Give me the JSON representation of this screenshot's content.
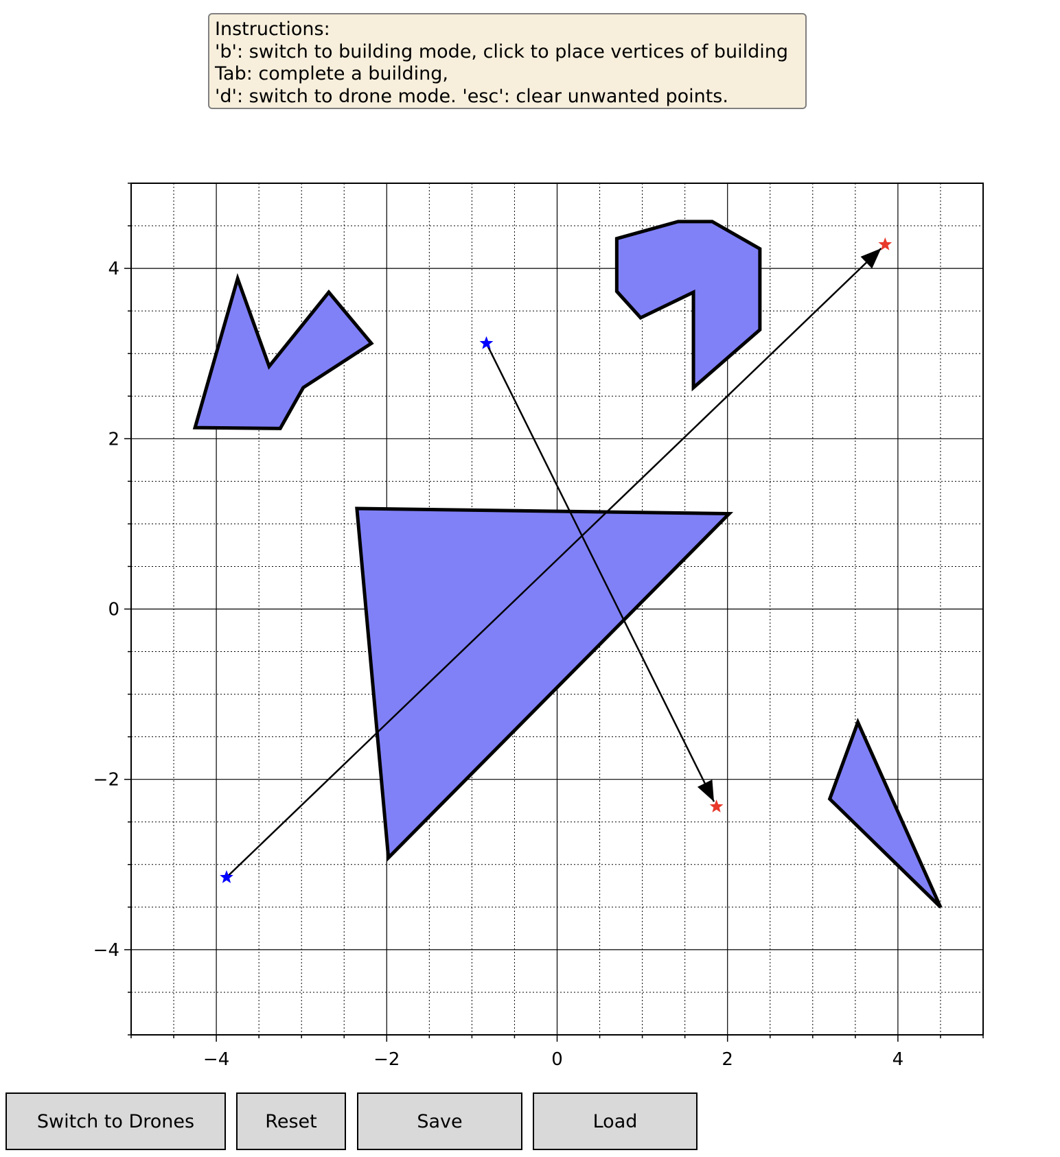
{
  "instructions": {
    "lines": [
      "Instructions:",
      "'b': switch to building mode, click to place vertices of building",
      "Tab: complete a building,",
      "'d': switch to drone mode. 'esc': clear unwanted points."
    ]
  },
  "buttons": {
    "switch_label": "Switch to Drones",
    "reset_label": "Reset",
    "save_label": "Save",
    "load_label": "Load"
  },
  "colors": {
    "building_fill": "#8080f7",
    "building_edge": "#000000",
    "drone_start": "#0000ff",
    "drone_goal": "#e8392b",
    "path": "#000000",
    "box_bg": "#f7efdc",
    "button_bg": "#d9d9d9"
  },
  "chart_data": {
    "type": "scatter",
    "xlim": [
      -5,
      5
    ],
    "ylim": [
      -5,
      5
    ],
    "xticks": [
      -4,
      -2,
      0,
      2,
      4
    ],
    "yticks": [
      -4,
      -2,
      0,
      2,
      4
    ],
    "xtick_labels": [
      "−4",
      "−2",
      "0",
      "2",
      "4"
    ],
    "ytick_labels": [
      "−4",
      "−2",
      "0",
      "2",
      "4"
    ],
    "grid": {
      "major": true,
      "minor": true
    },
    "buildings": [
      [
        [
          -4.25,
          2.13
        ],
        [
          -3.75,
          3.88
        ],
        [
          -3.38,
          2.85
        ],
        [
          -2.68,
          3.72
        ],
        [
          -2.18,
          3.12
        ],
        [
          -2.98,
          2.6
        ],
        [
          -3.25,
          2.12
        ]
      ],
      [
        [
          0.7,
          4.35
        ],
        [
          1.42,
          4.55
        ],
        [
          1.82,
          4.55
        ],
        [
          2.38,
          4.23
        ],
        [
          2.38,
          3.28
        ],
        [
          1.6,
          2.6
        ],
        [
          1.6,
          3.72
        ],
        [
          0.98,
          3.42
        ],
        [
          0.7,
          3.73
        ]
      ],
      [
        [
          -2.35,
          1.18
        ],
        [
          2.02,
          1.12
        ],
        [
          -1.98,
          -2.92
        ]
      ],
      [
        [
          3.53,
          -1.33
        ],
        [
          4.5,
          -3.5
        ],
        [
          3.2,
          -2.23
        ]
      ]
    ],
    "drones": [
      {
        "start": [
          -3.88,
          -3.15
        ],
        "goal": [
          3.85,
          4.28
        ]
      },
      {
        "start": [
          -0.83,
          3.12
        ],
        "goal": [
          1.87,
          -2.32
        ]
      }
    ]
  }
}
